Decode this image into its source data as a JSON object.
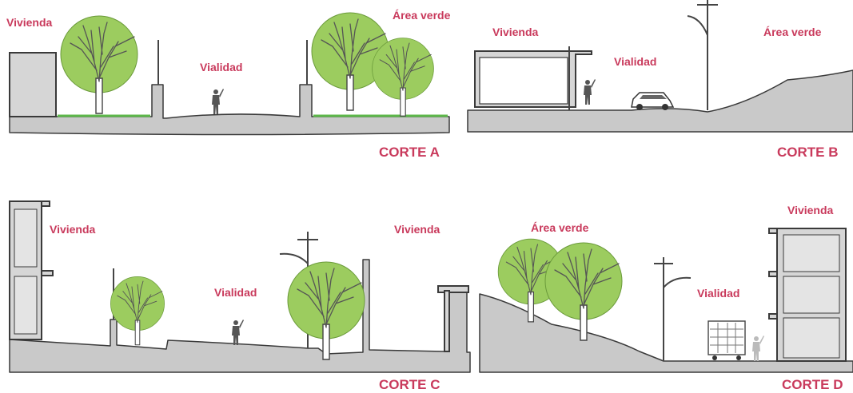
{
  "panels": {
    "a": {
      "title": "CORTE A",
      "labels": {
        "vivienda": "Vivienda",
        "vialidad": "Vialidad",
        "area_verde": "Área verde"
      }
    },
    "b": {
      "title": "CORTE B",
      "labels": {
        "vivienda": "Vivienda",
        "vialidad": "Vialidad",
        "area_verde": "Área verde"
      }
    },
    "c": {
      "title": "CORTE C",
      "labels": {
        "vivienda_left": "Vivienda",
        "vivienda_right": "Vivienda",
        "vialidad": "Vialidad"
      }
    },
    "d": {
      "title": "CORTE D",
      "labels": {
        "area_verde": "Área verde",
        "vialidad": "Vialidad",
        "vivienda": "Vivienda"
      }
    }
  },
  "colors": {
    "label": "#c93a5c",
    "ground": "#c9c9c9",
    "tree_crown": "#9ccc5f",
    "grass": "#5db84a",
    "outline": "#3a3a3a"
  },
  "icons": [
    "tree-icon",
    "person-icon",
    "car-icon",
    "streetlight-icon",
    "truck-icon"
  ]
}
